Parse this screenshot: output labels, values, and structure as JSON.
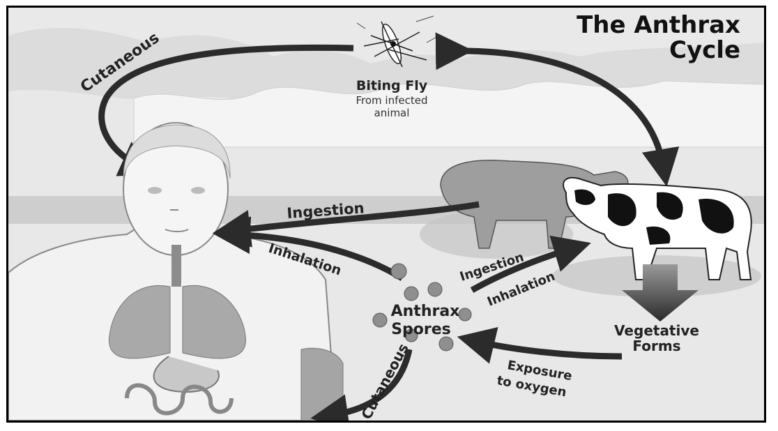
{
  "title": {
    "line1": "The Anthrax",
    "line2": "Cycle"
  },
  "labels": {
    "biting_fly": "Biting Fly",
    "biting_fly_sub1": "From infected",
    "biting_fly_sub2": "animal",
    "cutaneous_top": "Cutaneous",
    "cutaneous_bottom": "Cutaneous",
    "ingestion_left": "Ingestion",
    "inhalation_left": "Inhalation",
    "ingestion_right": "Ingestion",
    "inhalation_right": "Inhalation",
    "anthrax_spores_1": "Anthrax",
    "anthrax_spores_2": "Spores",
    "vegetative_1": "Vegetative",
    "vegetative_2": "Forms",
    "exposure_1": "Exposure",
    "exposure_2": "to oxygen"
  },
  "colors": {
    "arrow": "#2b2b2b",
    "skin": "#f1f1f1",
    "lung": "#a9a9a9",
    "cloud": "#d8d8d8"
  }
}
